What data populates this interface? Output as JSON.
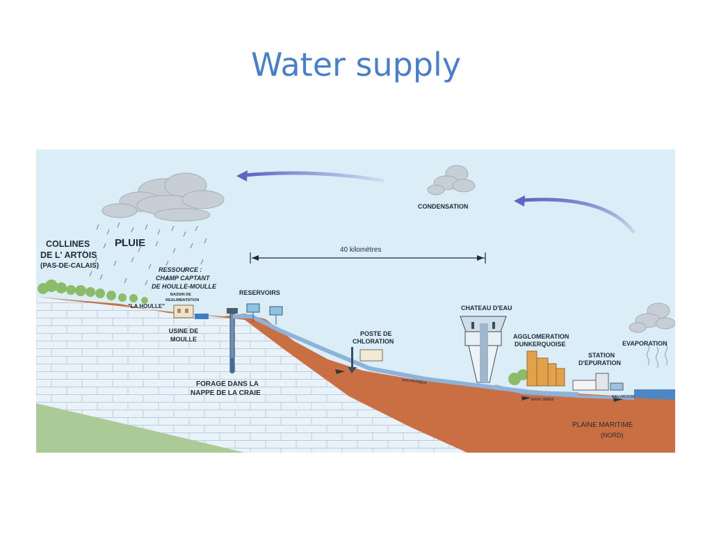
{
  "slide": {
    "title": "Water supply"
  },
  "diagram": {
    "labels": {
      "collines_line1": "COLLINES",
      "collines_line2": "DE L' ARTOIS",
      "collines_line3": "(PAS-DE-CALAIS)",
      "pluie": "PLUIE",
      "condensation": "CONDENSATION",
      "distance": "40 kilomètres",
      "ressource_line1": "RESSOURCE :",
      "ressource_line2": "CHAMP CAPTANT",
      "ressource_line3": "DE HOULLE-MOULLE",
      "bassin_line1": "BASSIN DE",
      "bassin_line2": "REALIMENTATION",
      "la_houlle": "\"LA HOULLE\"",
      "reservoirs": "RESERVOIRS",
      "usine_line1": "USINE DE",
      "usine_line2": "MOULLE",
      "forage_line1": "FORAGE DANS LA",
      "forage_line2": "NAPPE DE LA CRAIE",
      "poste_line1": "POSTE DE",
      "poste_line2": "CHLORATION",
      "chateau": "CHATEAU D'EAU",
      "agglo_line1": "AGGLOMERATION",
      "agglo_line2": "DUNKERQUOISE",
      "station_line1": "STATION",
      "station_line2": "D'EPURATION",
      "evaporation": "EVAPORATION",
      "plaine_line1": "PLAINE MARITIME",
      "plaine_line2": "(NORD)",
      "pipe_potable": "EAU POTABLE",
      "pipe_usees": "EAUX USEES",
      "pipe_propre": "EAU PROPRE"
    },
    "colors": {
      "sky": "#dceef7",
      "soil": "#c96f43",
      "chalk": "#e9f1f8",
      "pipe": "#8fb2d9",
      "arrow": "#6d74c9",
      "title": "#4a7fc7"
    }
  }
}
